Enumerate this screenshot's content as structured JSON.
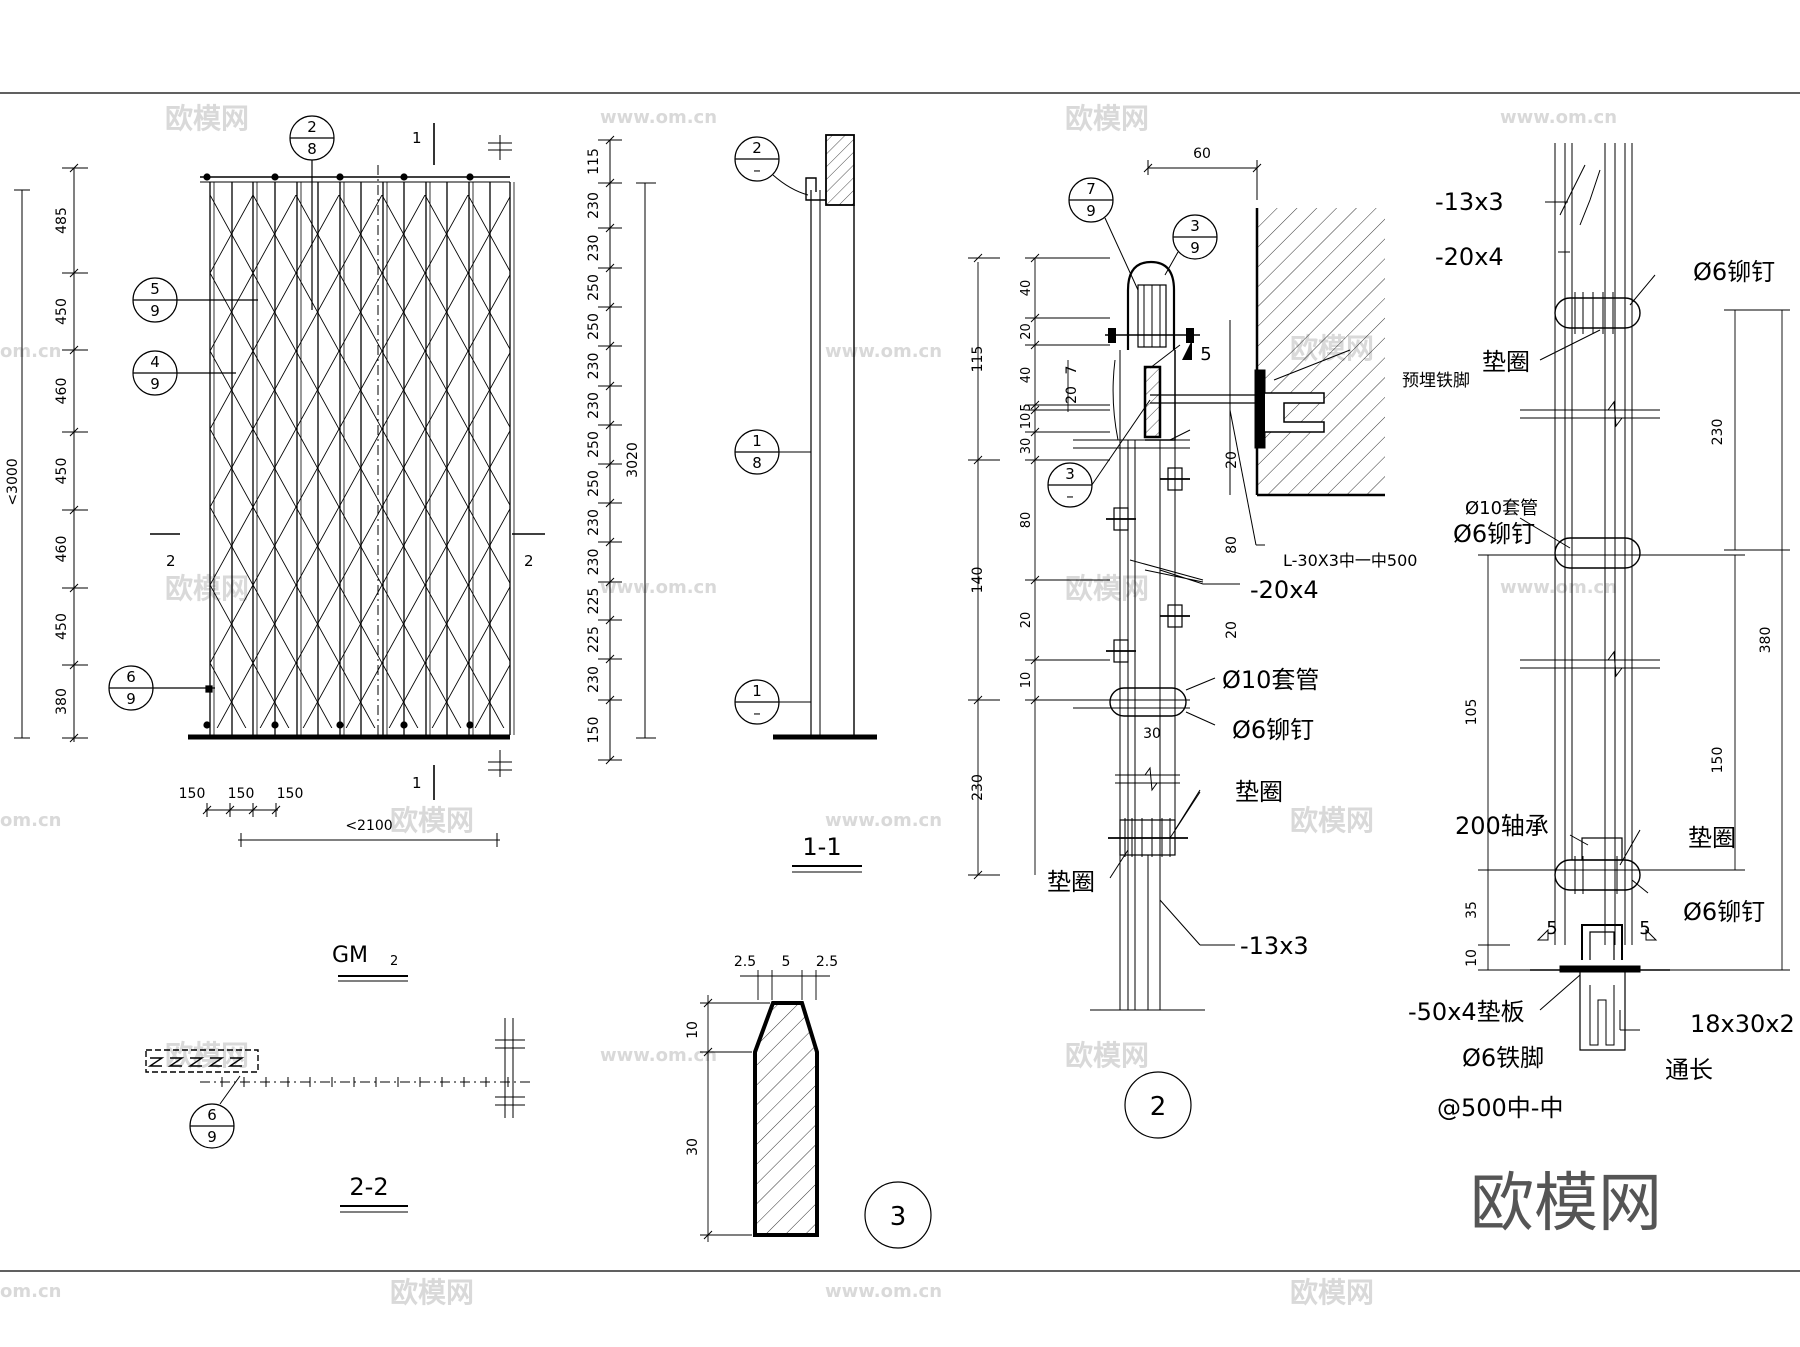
{
  "watermarks": {
    "brand": "欧模网",
    "site": "www.om.cn",
    "site_short": "om.cn"
  },
  "logo_text": "欧模网",
  "elevation": {
    "title": "GM",
    "title_sub": "2",
    "section_mark_1": "1",
    "section_mark_2": "2",
    "left_dims": [
      "485",
      "450",
      "460",
      "450",
      "460",
      "450",
      "380"
    ],
    "overall_height": "<3000",
    "bottom_dims": [
      "150",
      "150",
      "150"
    ],
    "overall_width": "<2100",
    "bubble_top": {
      "num": "2",
      "den": "8"
    },
    "bubble_5": {
      "num": "5",
      "den": "9"
    },
    "bubble_4": {
      "num": "4",
      "den": "9"
    },
    "bubble_6": {
      "num": "6",
      "den": "9"
    }
  },
  "right_dims": {
    "values": [
      "115",
      "230",
      "230",
      "250",
      "250",
      "230",
      "230",
      "250",
      "250",
      "230",
      "230",
      "225",
      "225",
      "230",
      "150"
    ],
    "overall": "3020"
  },
  "section_1_1": {
    "title": "1-1",
    "bubble_top": {
      "num": "2",
      "den": "–"
    },
    "bubble_mid": {
      "num": "1",
      "den": "8"
    },
    "bubble_bot": {
      "num": "1",
      "den": "–"
    }
  },
  "section_2_2": {
    "title": "2-2",
    "bubble": {
      "num": "6",
      "den": "9"
    }
  },
  "detail_2": {
    "label": "2",
    "top_dim": "60",
    "bubble_7": {
      "num": "7",
      "den": "9"
    },
    "bubble_3": {
      "num": "3",
      "den": "9"
    },
    "bubble_3b": {
      "num": "3",
      "den": "–"
    },
    "weld": "5",
    "left_dims_outer": [
      "115",
      "140",
      "230"
    ],
    "left_dims_inner": [
      "40",
      "20",
      "40",
      "5",
      "10",
      "30",
      "80",
      "20",
      "10"
    ],
    "small_dims": [
      "20",
      "7"
    ],
    "right_small": [
      "20",
      "80",
      "20"
    ],
    "bottom_dim": "30",
    "labels": {
      "embed": "预埋铁脚",
      "angle": "L-30X3中一中500",
      "flat": "-20x4",
      "sleeve": "Ø10套管",
      "rivet": "Ø6铆钉",
      "washer_r": "垫圈",
      "washer_l": "垫圈",
      "strip": "-13x3"
    }
  },
  "detail_3": {
    "label": "3",
    "top_dims": [
      "2.5",
      "5",
      "2.5"
    ],
    "side_dims": [
      "10",
      "30"
    ]
  },
  "detail_right": {
    "labels": {
      "strip": "-13x3",
      "flat": "-20x4",
      "rivet_top": "Ø6铆钉",
      "washer_top": "垫圈",
      "sleeve": "Ø10套管",
      "rivet_mid": "Ø6铆钉",
      "bearing": "200轴承",
      "washer_bot": "垫圈",
      "rivet_bot": "Ø6铆钉",
      "plate": "-50x4垫板",
      "foot": "Ø6铁脚",
      "spacing": "@500中-中",
      "channel": "18x30x2",
      "through": "通长"
    },
    "weld_l": "5",
    "weld_r": "5",
    "dims": [
      "230",
      "380",
      "105",
      "150",
      "35",
      "10"
    ]
  }
}
